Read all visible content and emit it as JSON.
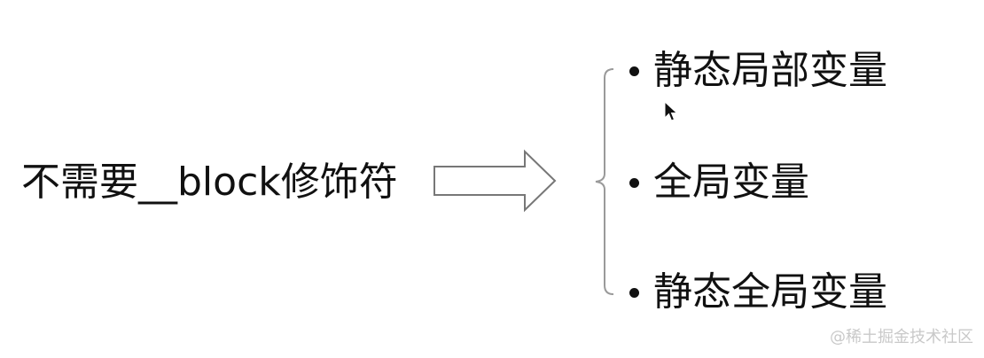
{
  "main_label": "不需要__block修饰符",
  "bullets": [
    "静态局部变量",
    "全局变量",
    "静态全局变量"
  ],
  "watermark": "@稀土掘金技术社区",
  "icons": {
    "arrow": "right-arrow-icon",
    "brace": "left-brace-icon",
    "cursor": "mouse-cursor-icon"
  },
  "colors": {
    "text": "#111111",
    "arrow_stroke": "#777777",
    "brace_stroke": "#9a9a9a",
    "watermark": "#c9c9c9"
  }
}
